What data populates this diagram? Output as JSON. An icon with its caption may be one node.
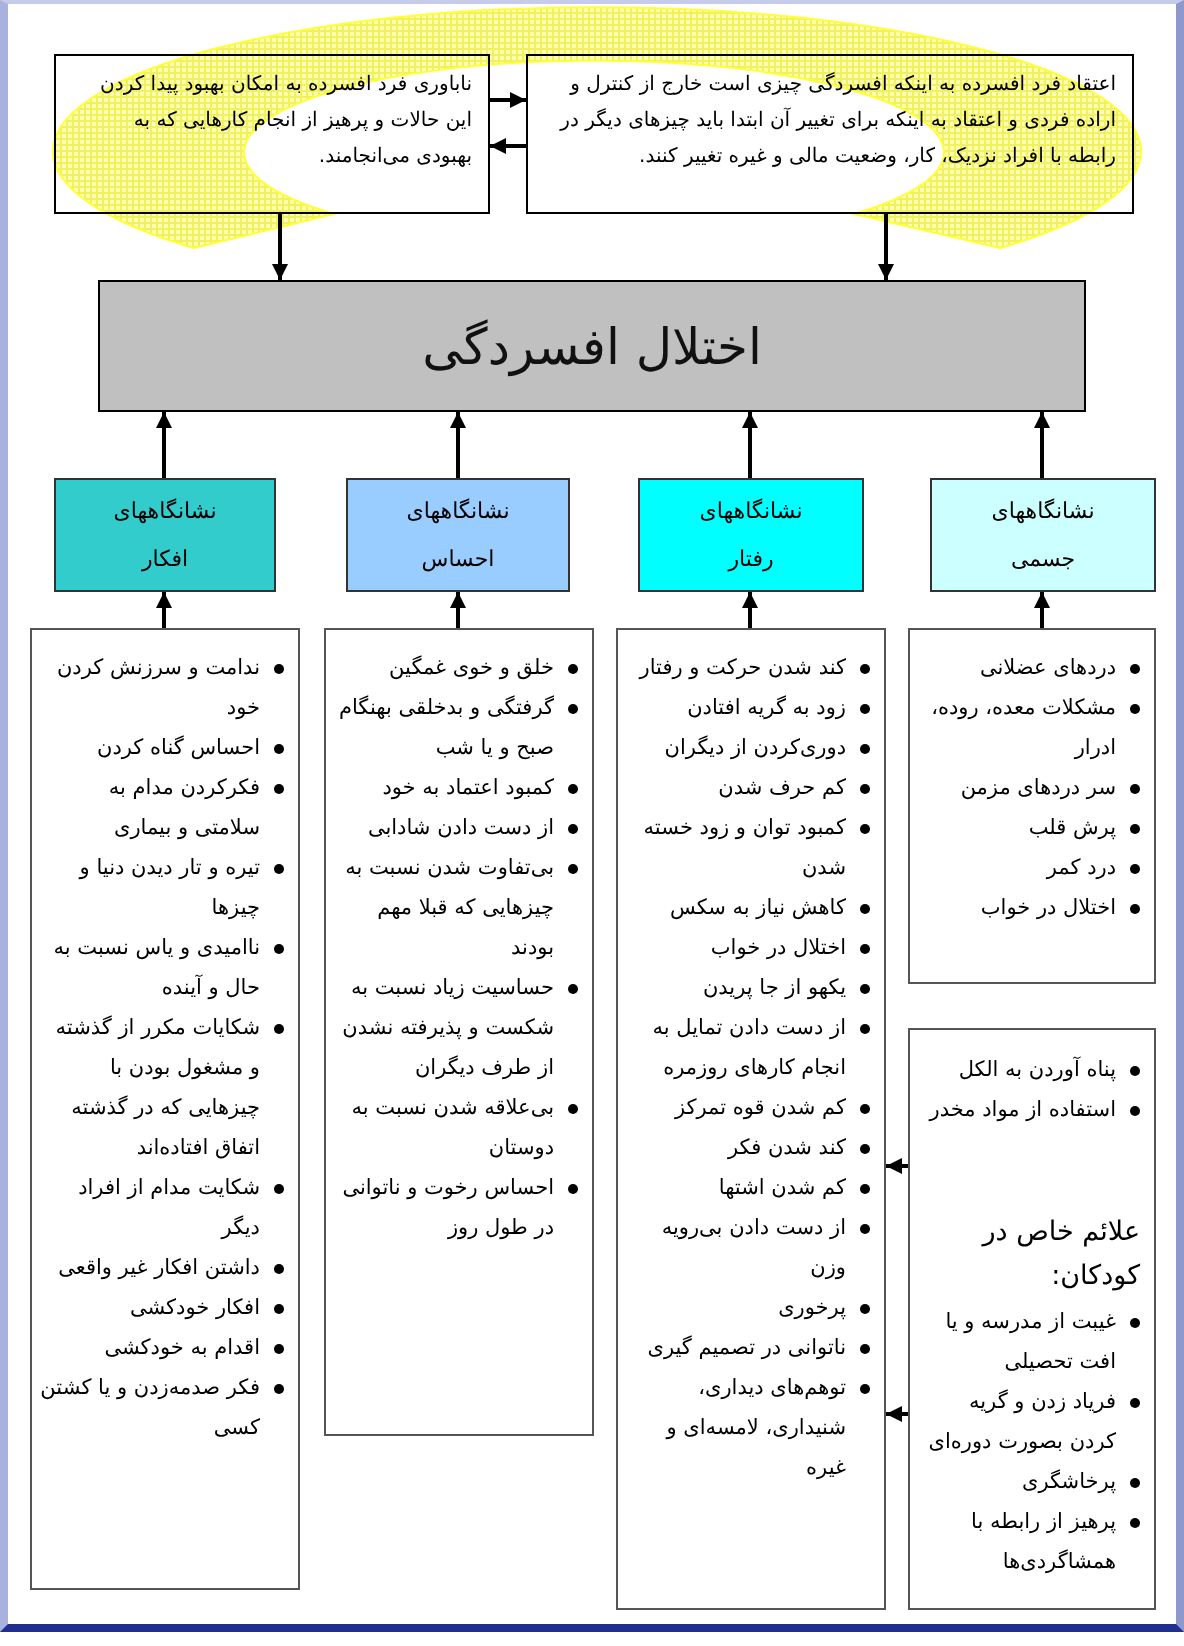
{
  "diagram": {
    "nodes": [
      {
        "text": [
          "اعتقاد فرد افسرده به اینکه افسردگی چیزی است خارج از کنترل و اراده فردی و اعتقاد به اینکه برای تغییر آن ابتدا باید چیزهای دیگر در رابطه با افراد نزدیک، کار، وضعیت مالی و غیره تغییر کنند."
        ]
      },
      {
        "text": [
          "ناباوری فرد افسرده به امکان بهبود پیدا کردن این حالات و پرهیز از انجام کارهایی که به بهبودی می‌انجامند."
        ]
      },
      {
        "text": [
          "اختلال افسردگی"
        ]
      },
      {
        "text": [
          "نشانگاههای جسمی"
        ]
      },
      {
        "text": [
          "نشانگاههای رفتار"
        ]
      },
      {
        "text": [
          "نشانگاههای احساس"
        ]
      },
      {
        "text": [
          "نشانگاههای افکار"
        ]
      },
      {
        "text": [
          "دردهای عضلانی",
          "مشکلات معده، روده، ادرار",
          "سر دردهای مزمن",
          "پرش قلب",
          "درد کمر",
          "اختلال در خواب"
        ]
      },
      {
        "text": [
          "کند شدن حرکت و رفتار",
          "زود به گریه افتادن",
          "دوری‌کردن از دیگران",
          "کم حرف شدن",
          "کمبود توان و زود خسته شدن",
          "کاهش نیاز به سکس",
          "اختلال در خواب",
          "یکهو از جا پریدن",
          "از دست دادن تمایل به انجام کارهای روزمره",
          "کم شدن قوه تمرکز",
          "کند شدن فکر",
          "کم شدن اشتها",
          "از دست دادن بی‌رویه وزن",
          "پرخوری",
          "ناتوانی در تصمیم گیری",
          "توهم‌های دیداری، شنیداری، لامسه‌ای و غیره"
        ]
      },
      {
        "text": [
          "خلق و خوی غمگین",
          "گرفتگی و بدخلقی بهنگام صبح و یا شب",
          "کمبود اعتماد به خود",
          "از دست دادن شادابی",
          "بی‌تفاوت شدن نسبت به چیزهایی که قبلا مهم بودند",
          "حساسیت زیاد نسبت به شکست و پذیرفته نشدن از طرف دیگران",
          "بی‌علاقه شدن نسبت به دوستان",
          "احساس رخوت و ناتوانی در طول روز"
        ]
      },
      {
        "text": [
          "ندامت و سرزنش کردن خود",
          "احساس گناه کردن",
          "فکرکردن مدام به سلامتی و بیماری",
          "تیره و تار دیدن دنیا و چیزها",
          "ناامیدی و یاس نسبت به حال و آینده",
          "شکایات مکرر از گذشته و مشغول بودن با چیزهایی که در گذشته اتفاق افتاده‌اند",
          "شکایت مدام از افراد دیگر",
          "داشتن افکار غیر واقعی",
          "افکار خودکشی",
          "اقدام به خودکشی",
          "فکر صدمه‌زدن و یا کشتن کسی"
        ]
      },
      {
        "text": [
          "پناه آوردن به الکل",
          "استفاده از مواد مخدر",
          "علائم خاص در کودکان:",
          "غیبت از مدرسه و یا افت تحصیلی",
          "فریاد زدن و گریه کردن بصورت دوره‌ای",
          "پرخاشگری",
          "پرهیز از رابطه با همشاگردی‌ها"
        ]
      }
    ],
    "edges": [
      {
        "from": 1,
        "to": 0,
        "arrow": "to"
      },
      {
        "from": 0,
        "to": 1,
        "arrow": "to"
      },
      {
        "from": 1,
        "to": 2,
        "arrow": "to"
      },
      {
        "from": 0,
        "to": 2,
        "arrow": "to"
      },
      {
        "from": 3,
        "to": 2,
        "arrow": "to"
      },
      {
        "from": 4,
        "to": 2,
        "arrow": "to"
      },
      {
        "from": 5,
        "to": 2,
        "arrow": "to"
      },
      {
        "from": 6,
        "to": 2,
        "arrow": "to"
      },
      {
        "from": 7,
        "to": 3,
        "arrow": "to"
      },
      {
        "from": 8,
        "to": 4,
        "arrow": "to"
      },
      {
        "from": 9,
        "to": 5,
        "arrow": "to"
      },
      {
        "from": 10,
        "to": 6,
        "arrow": "to"
      },
      {
        "from": 11,
        "to": 8,
        "arrow": "to"
      },
      {
        "from": 11,
        "to": 8,
        "arrow": "to"
      }
    ]
  }
}
